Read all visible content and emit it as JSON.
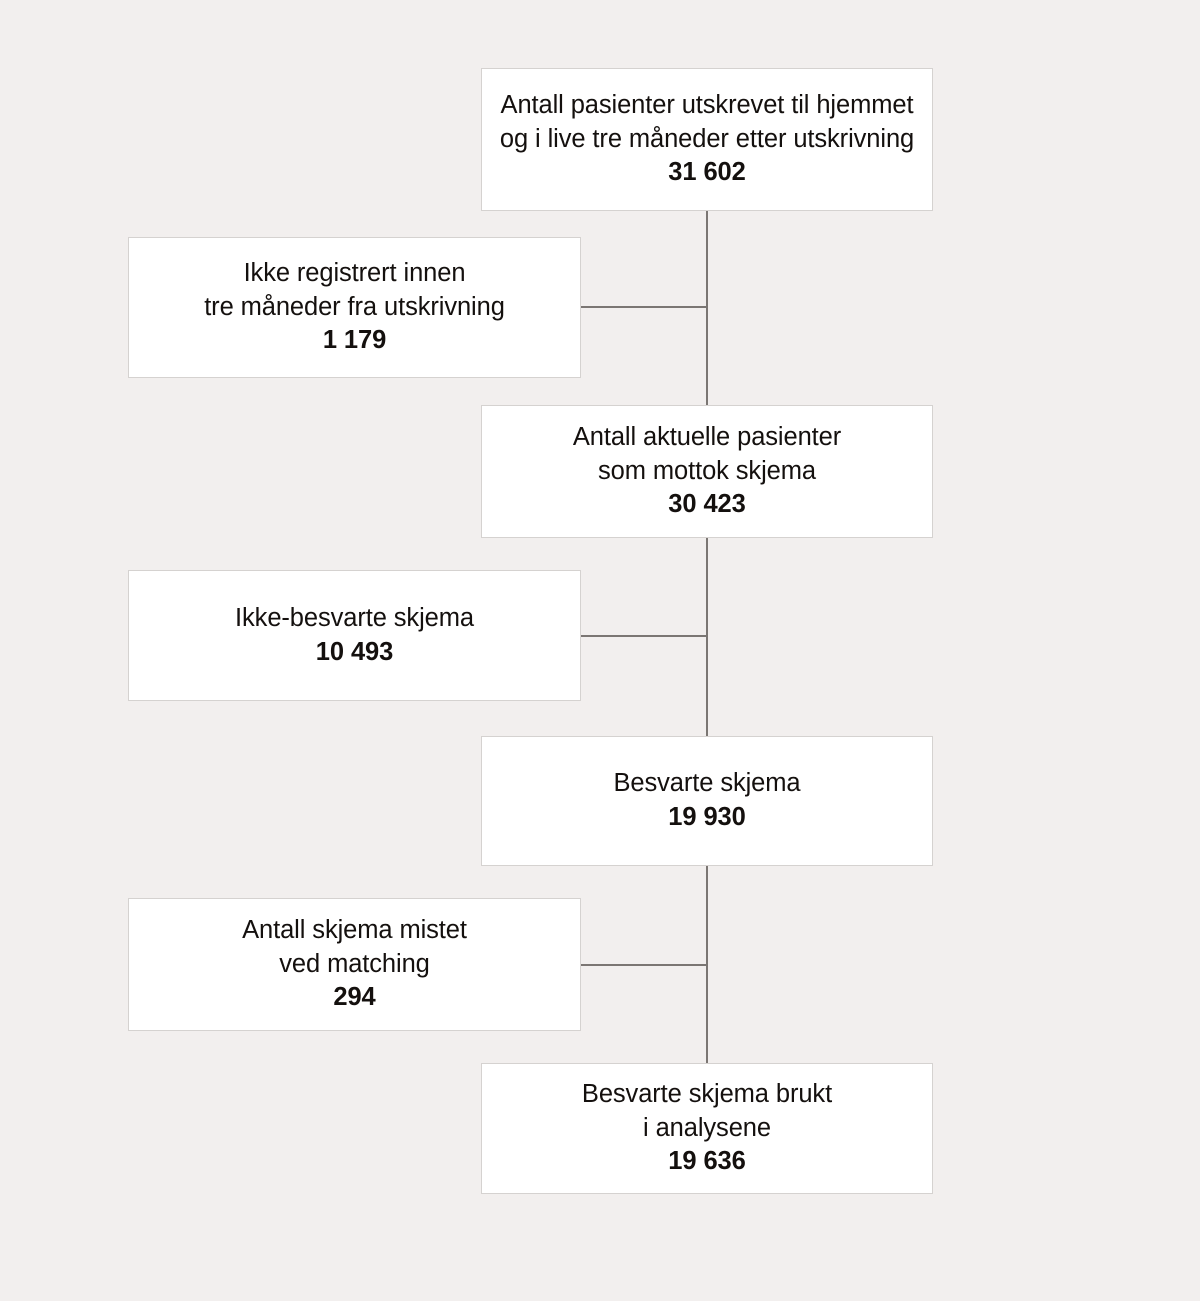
{
  "chart_data": {
    "type": "diagram",
    "title": "Pasientflyt / skjemaflyt (flytdiagram)",
    "language": "no",
    "colors": {
      "background": "#f2efee",
      "node_fill": "#ffffff",
      "node_border": "#d5d2d0",
      "connector": "#7b7673",
      "text": "#14100e"
    },
    "nodes": [
      {
        "id": "discharged",
        "column": "main",
        "label": "Antall pasienter utskrevet til hjemmet\nog i live tre måneder etter utskrivning",
        "value": "31 602",
        "value_number": 31602
      },
      {
        "id": "nonregistered",
        "column": "side",
        "label": "Ikke registrert innen\ntre måneder fra utskrivning",
        "value": "1 179",
        "value_number": 1179
      },
      {
        "id": "received",
        "column": "main",
        "label": "Antall aktuelle pasienter\nsom mottok skjema",
        "value": "30 423",
        "value_number": 30423
      },
      {
        "id": "unanswered",
        "column": "side",
        "label": "Ikke-besvarte skjema",
        "value": "10 493",
        "value_number": 10493
      },
      {
        "id": "answered",
        "column": "main",
        "label": "Besvarte skjema",
        "value": "19 930",
        "value_number": 19930
      },
      {
        "id": "lostmatch",
        "column": "side",
        "label": "Antall skjema mistet\nved matching",
        "value": "294",
        "value_number": 294
      },
      {
        "id": "analysis",
        "column": "main",
        "label": "Besvarte skjema brukt\ni analysene",
        "value": "19 636",
        "value_number": 19636
      }
    ],
    "edges": [
      {
        "from": "discharged",
        "to": "received",
        "excluded": "nonregistered"
      },
      {
        "from": "received",
        "to": "answered",
        "excluded": "unanswered"
      },
      {
        "from": "answered",
        "to": "analysis",
        "excluded": "lostmatch"
      }
    ]
  },
  "nodes": {
    "discharged": {
      "label": "Antall pasienter utskrevet til hjemmet\nog i live tre måneder etter utskrivning",
      "value": "31 602"
    },
    "nonregistered": {
      "label": "Ikke registrert innen\ntre måneder fra utskrivning",
      "value": "1 179"
    },
    "received": {
      "label": "Antall aktuelle pasienter\nsom mottok skjema",
      "value": "30 423"
    },
    "unanswered": {
      "label": "Ikke-besvarte skjema",
      "value": "10 493"
    },
    "answered": {
      "label": "Besvarte skjema",
      "value": "19 930"
    },
    "lostmatch": {
      "label": "Antall skjema mistet\nved matching",
      "value": "294"
    },
    "analysis": {
      "label": "Besvarte skjema brukt\ni analysene",
      "value": "19 636"
    }
  }
}
